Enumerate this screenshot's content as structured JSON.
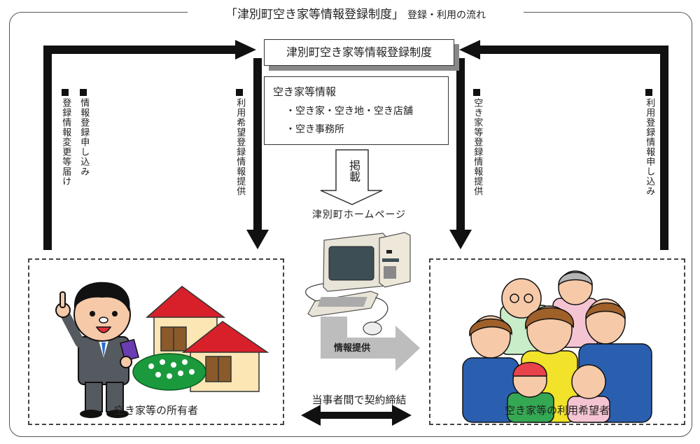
{
  "diagram": {
    "title": {
      "main": "「津別町空き家等情報登録制度」",
      "suffix": "登録・利用の流れ"
    },
    "registry_box": {
      "label": "津別町空き家等情報登録制度"
    },
    "info_box": {
      "title": "空き家等情報",
      "lines": [
        "・空き家・空き地・空き店舗",
        "・空き事務所"
      ]
    },
    "post_arrow": {
      "label": "掲載"
    },
    "homepage": {
      "label": "津別町ホームページ"
    },
    "provide_arrow": {
      "label": "情報提供"
    },
    "contract_arrow": {
      "label": "当事者間で契約締結"
    },
    "owner": {
      "label": "空き家等の所有者"
    },
    "user": {
      "label": "空き家等の利用希望者"
    },
    "flows": {
      "owner_to_registry": [
        {
          "bullet": "square-bullet",
          "text": "情報登録申し込み"
        },
        {
          "bullet": "square-bullet",
          "text": "登録情報変更等届け"
        }
      ],
      "registry_to_owner": [
        {
          "bullet": "square-bullet",
          "text": "利用希望登録情報提供"
        }
      ],
      "registry_to_user": [
        {
          "bullet": "square-bullet",
          "text": "空き家等登録情報提供"
        }
      ],
      "user_to_registry": [
        {
          "bullet": "square-bullet",
          "text": "利用登録情報申し込み"
        }
      ]
    },
    "colors": {
      "arrow": "#111111",
      "provide_arrow": "#bdbdbd",
      "roof": "#d8202a",
      "wall": "#fbe6b4",
      "bush": "#1a9a3c",
      "suit": "#555a60"
    }
  }
}
